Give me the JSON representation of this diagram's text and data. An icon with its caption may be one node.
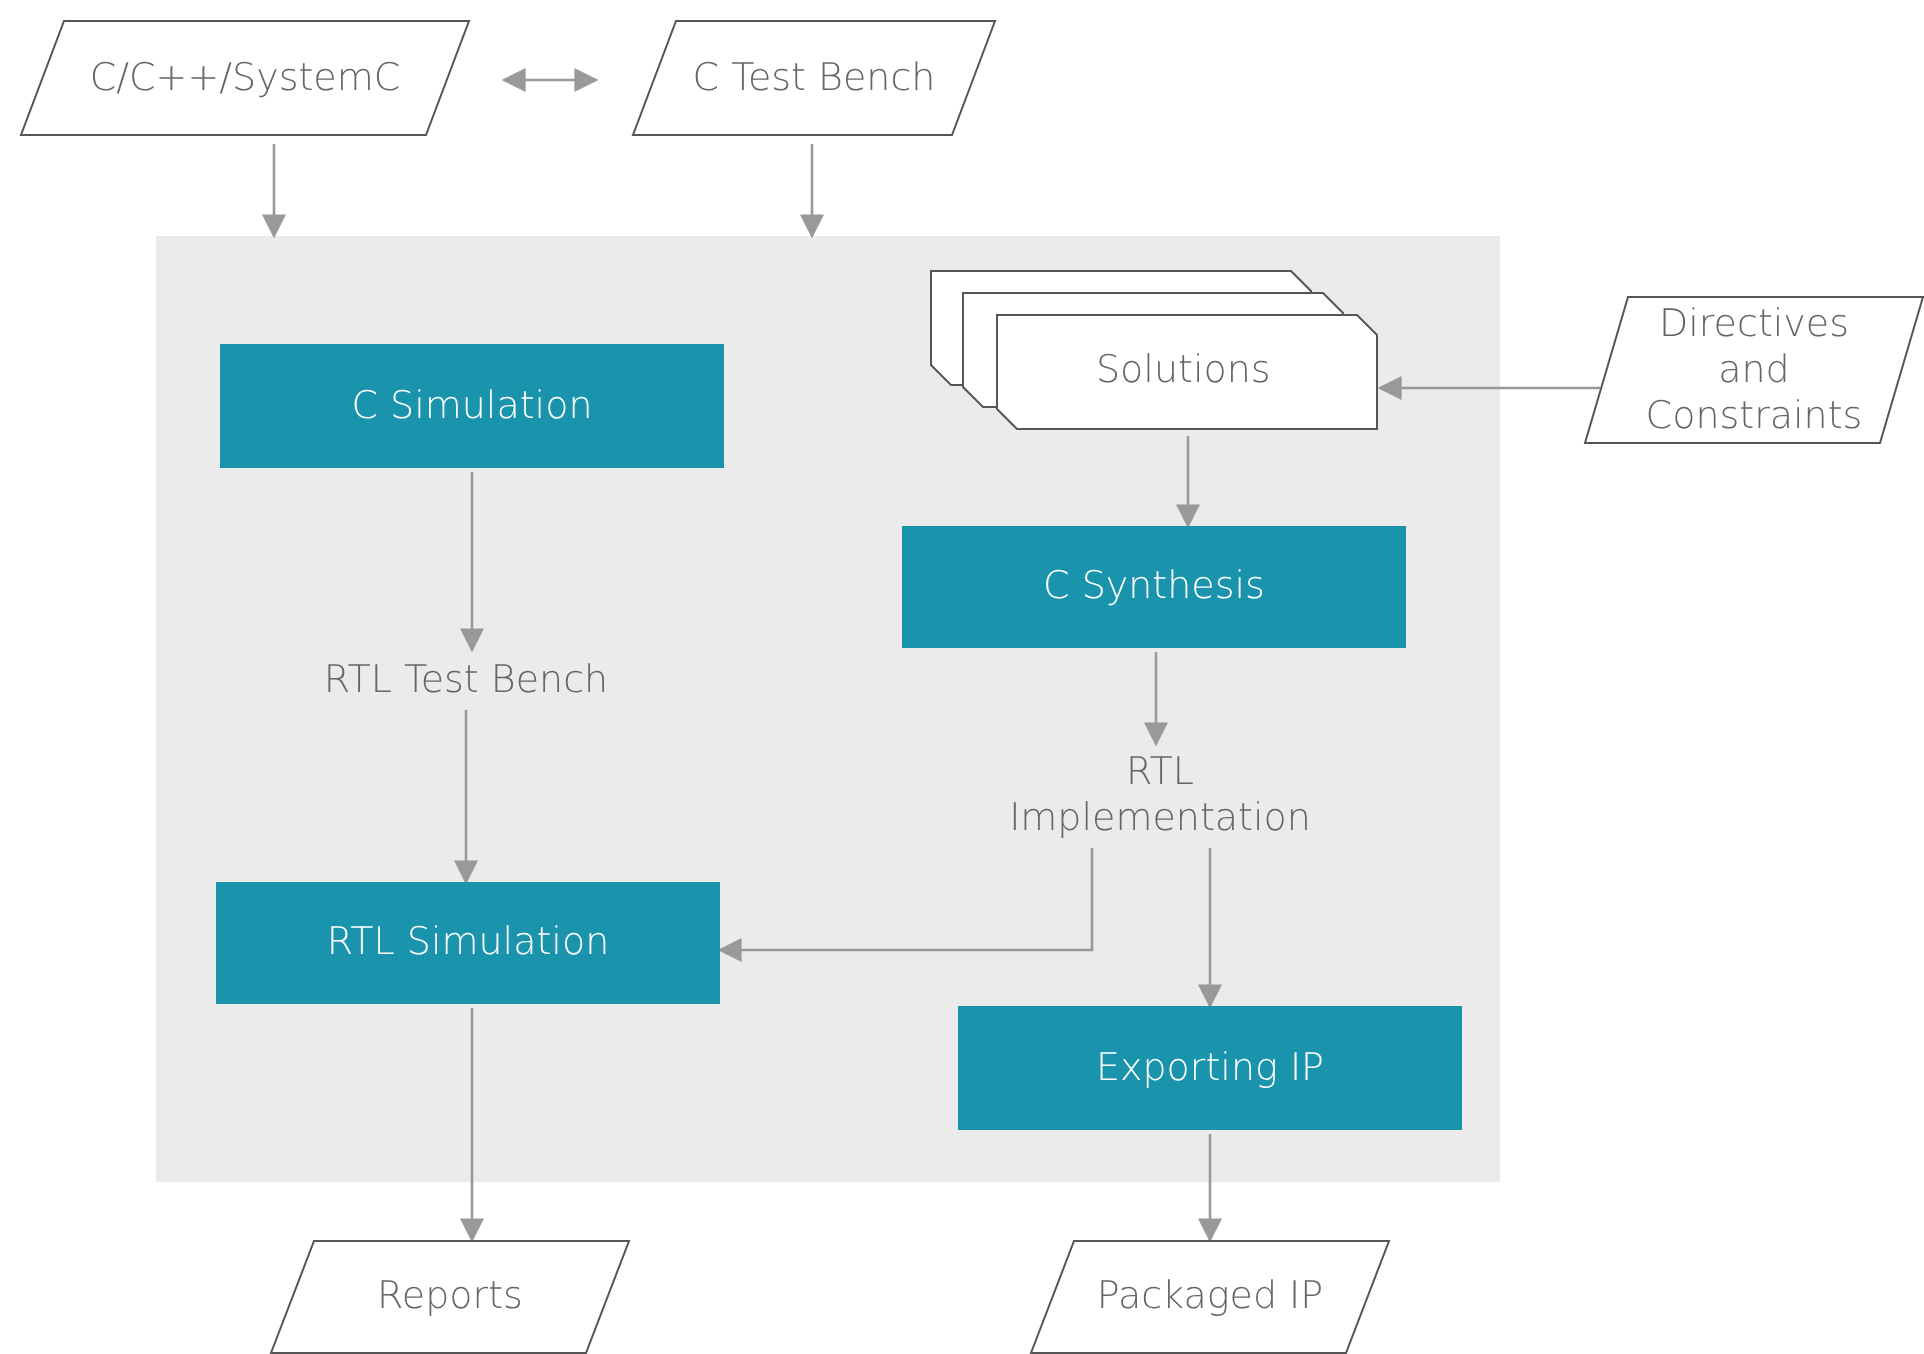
{
  "diagram": {
    "nodes": [
      {
        "text": [
          "C/C++/SystemC"
        ]
      },
      {
        "text": [
          "C Test Bench"
        ]
      },
      {
        "text": [],
        "shape": "box"
      },
      {
        "text": [
          "Solutions"
        ],
        "in": 2
      },
      {
        "text": [
          "Directives and Constraints"
        ]
      },
      {
        "text": [
          "C Simulation"
        ],
        "in": 2
      },
      {
        "text": [
          "C Synthesis"
        ],
        "in": 2
      },
      {
        "text": [
          "RTL Test Bench"
        ],
        "in": 2
      },
      {
        "text": [
          "RTL Implementation"
        ],
        "in": 2
      },
      {
        "text": [
          "RTL Simulation"
        ],
        "in": 2
      },
      {
        "text": [
          "Exporting IP"
        ],
        "in": 2
      },
      {
        "text": [
          "Reports"
        ]
      },
      {
        "text": [
          "Packaged IP"
        ]
      }
    ],
    "edges": [
      {
        "from": 0,
        "to": 1,
        "arrow": "both"
      },
      {
        "from": 0,
        "to": 2,
        "arrow": "to"
      },
      {
        "from": 1,
        "to": 2,
        "arrow": "to"
      },
      {
        "from": 4,
        "to": 3,
        "arrow": "to"
      },
      {
        "from": 3,
        "to": 6,
        "arrow": "to"
      },
      {
        "from": 6,
        "to": 8,
        "arrow": "to"
      },
      {
        "from": 8,
        "to": 9,
        "arrow": "to"
      },
      {
        "from": 8,
        "to": 10,
        "arrow": "to"
      },
      {
        "from": 5,
        "to": 7,
        "arrow": "to"
      },
      {
        "from": 7,
        "to": 9,
        "arrow": "to"
      },
      {
        "from": 9,
        "to": 11,
        "arrow": "to"
      },
      {
        "from": 10,
        "to": 12,
        "arrow": "to"
      }
    ]
  }
}
